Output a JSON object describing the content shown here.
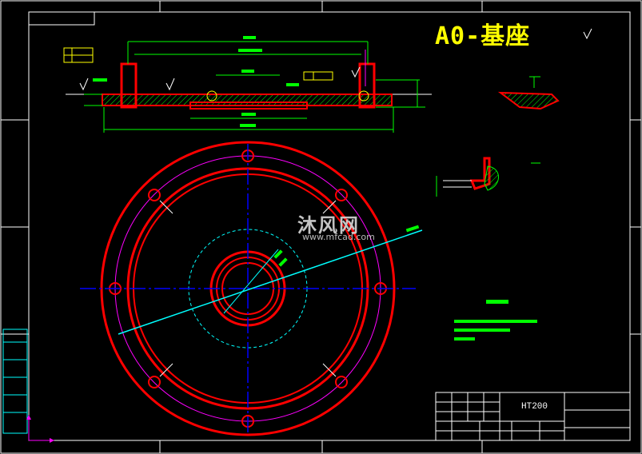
{
  "drawing": {
    "title": "A0-基座",
    "material": "HT200",
    "watermark_text": "沐风网",
    "watermark_url": "www.mfcad.com"
  },
  "colors": {
    "background": "#000000",
    "border": "#ffffff",
    "frame": "#00ffff",
    "part_outline": "#ff0000",
    "center_line": "#0000ff",
    "bolt_circle": "#ff00ff",
    "dimension": "#00ff00",
    "title_text": "#ffff00",
    "section_hatch": "#00ff00"
  }
}
